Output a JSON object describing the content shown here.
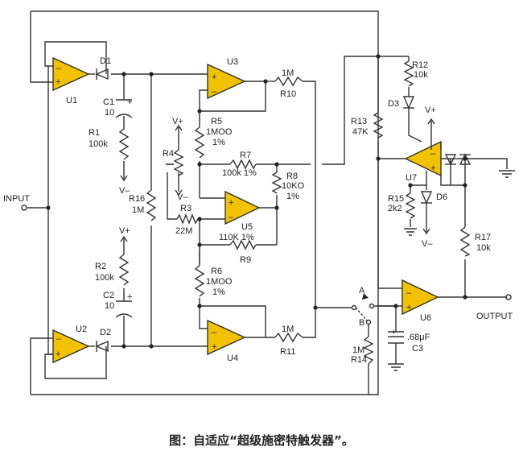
{
  "caption": "图：自适应“超级施密特触发器”。",
  "io": {
    "input": "INPUT",
    "output": "OUTPUT"
  },
  "opamps": [
    {
      "id": "U1",
      "label": "U1"
    },
    {
      "id": "U2",
      "label": "U2"
    },
    {
      "id": "U3",
      "label": "U3"
    },
    {
      "id": "U4",
      "label": "U4"
    },
    {
      "id": "U5",
      "label": "U5"
    },
    {
      "id": "U6",
      "label": "U6"
    },
    {
      "id": "U7",
      "label": "U7"
    }
  ],
  "diodes": {
    "d1": "D1",
    "d2": "D2",
    "d3": "D3",
    "d6": "D6"
  },
  "caps": {
    "c1": {
      "name": "C1",
      "value": "10"
    },
    "c2": {
      "name": "C2",
      "value": "10"
    },
    "c3": {
      "name": "C3",
      "value": ".68μF"
    }
  },
  "resistors": {
    "r1": {
      "name": "R1",
      "value": "100k"
    },
    "r2": {
      "name": "R2",
      "value": "100k"
    },
    "r3": {
      "name": "R3",
      "value": "22M"
    },
    "r4": {
      "name": "R4"
    },
    "r5": {
      "name": "R5",
      "value": "1MOO",
      "tol": "1%"
    },
    "r6": {
      "name": "R6",
      "value": "1MOO",
      "tol": "1%"
    },
    "r7": {
      "name": "R7",
      "value": "100k 1%"
    },
    "r8": {
      "name": "R8",
      "value": "10KO",
      "tol": "1%"
    },
    "r9": {
      "name": "R9",
      "value": "110K 1%"
    },
    "r10": {
      "name": "R10",
      "value": "1M"
    },
    "r11": {
      "name": "R11",
      "value": "1M"
    },
    "r12": {
      "name": "R12",
      "value": "10k"
    },
    "r13": {
      "name": "R13",
      "value": "47K"
    },
    "r14": {
      "name": "R14",
      "value": "1M"
    },
    "r15": {
      "name": "R15",
      "value": "2k2"
    },
    "r16": {
      "name": "R16",
      "value": "1M"
    },
    "r17": {
      "name": "R17",
      "value": "10k"
    }
  },
  "supplies": {
    "vplus": "V+",
    "vminus": "V–"
  },
  "switch": {
    "a": "A",
    "b": "B"
  },
  "signs": {
    "plus": "+",
    "minus": "–"
  }
}
